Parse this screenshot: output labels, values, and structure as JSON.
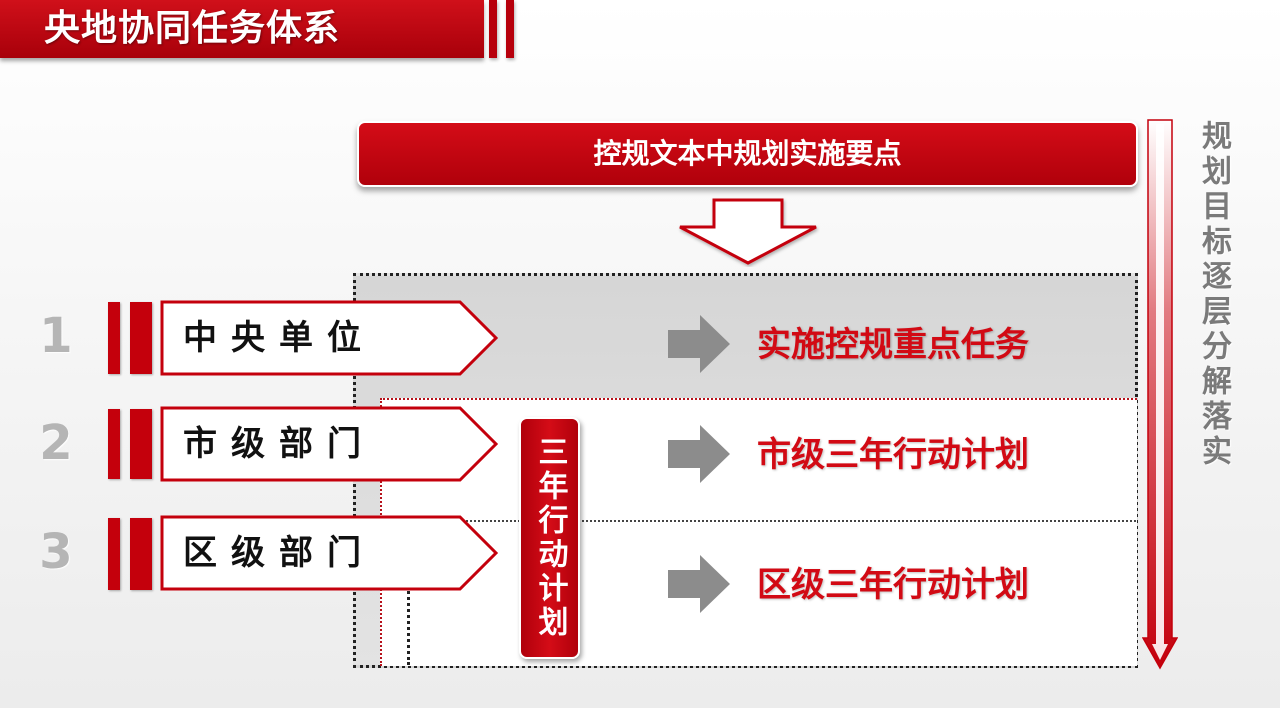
{
  "title": "央地协同任务体系",
  "top_box": "控规文本中规划实施要点",
  "rows": [
    {
      "number": "1",
      "unit": "中央单位",
      "task": "实施控规重点任务"
    },
    {
      "number": "2",
      "unit": "市级部门",
      "task": "市级三年行动计划"
    },
    {
      "number": "3",
      "unit": "区级部门",
      "task": "区级三年行动计划"
    }
  ],
  "action_plan": "三年行动计划",
  "vertical_label": "规划目标逐层分解落实",
  "colors": {
    "accent_red": "#c4000c",
    "task_red": "#d20a14",
    "gray": "#8c8c8c"
  }
}
